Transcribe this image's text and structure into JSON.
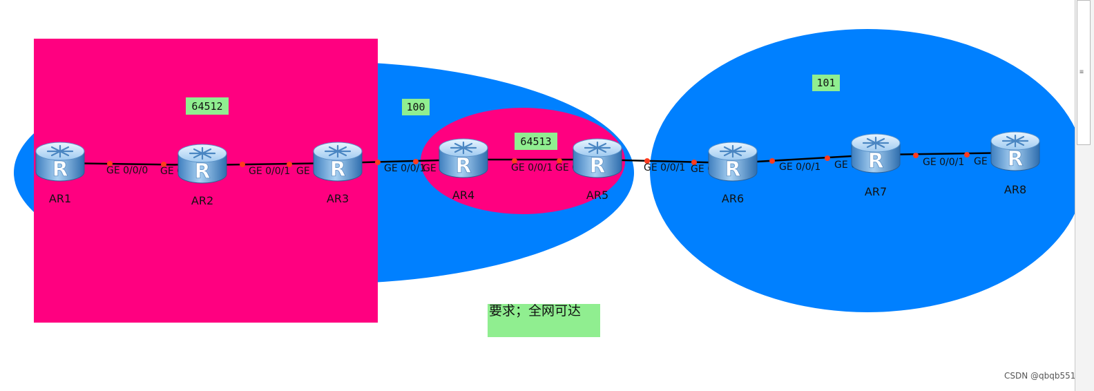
{
  "colors": {
    "as_blue": "#0080ff",
    "as_magenta": "#ff0080",
    "label_green": "#90ee90",
    "link": "#000000",
    "port_dot": "#ff3b1e"
  },
  "as_labels": {
    "as64512": "64512",
    "as100": "100",
    "as64513": "64513",
    "as101": "101"
  },
  "routers": [
    {
      "id": "AR1",
      "label": "AR1",
      "icon": "router-icon"
    },
    {
      "id": "AR2",
      "label": "AR2",
      "icon": "router-icon"
    },
    {
      "id": "AR3",
      "label": "AR3",
      "icon": "router-icon"
    },
    {
      "id": "AR4",
      "label": "AR4",
      "icon": "router-icon"
    },
    {
      "id": "AR5",
      "label": "AR5",
      "icon": "router-icon"
    },
    {
      "id": "AR6",
      "label": "AR6",
      "icon": "router-icon"
    },
    {
      "id": "AR7",
      "label": "AR7",
      "icon": "router-icon"
    },
    {
      "id": "AR8",
      "label": "AR8",
      "icon": "router-icon"
    }
  ],
  "links": [
    {
      "from": "AR1",
      "to": "AR2",
      "from_port": "GE 0/0/0",
      "to_port": "GE 0/0/0"
    },
    {
      "from": "AR2",
      "to": "AR3",
      "from_port": "GE 0/0/1",
      "to_port": "GE 0/0/0"
    },
    {
      "from": "AR3",
      "to": "AR4",
      "from_port": "GE 0/0/1",
      "to_port": "GE 0/0/0"
    },
    {
      "from": "AR4",
      "to": "AR5",
      "from_port": "GE 0/0/1",
      "to_port": "GE 0/0/0"
    },
    {
      "from": "AR5",
      "to": "AR6",
      "from_port": "GE 0/0/1",
      "to_port": "GE 0/0/0"
    },
    {
      "from": "AR6",
      "to": "AR7",
      "from_port": "GE 0/0/1",
      "to_port": "GE 0/0/0"
    },
    {
      "from": "AR7",
      "to": "AR8",
      "from_port": "GE 0/0/1",
      "to_port": "GE 0/0/0"
    }
  ],
  "requirement": "要求；全网可达",
  "watermark": "CSDN @qbqb551"
}
